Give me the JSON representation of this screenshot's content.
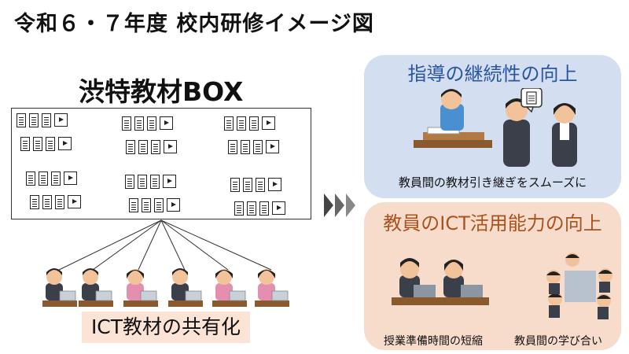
{
  "page": {
    "title": "令和６・７年度  校内研修イメージ図"
  },
  "material_box": {
    "title": "渋特教材BOX",
    "icons": [
      "document-icon",
      "video-icon"
    ]
  },
  "sharing": {
    "label": "ICT教材の共有化"
  },
  "arrow": {
    "icon": "triple-chevron-right-icon"
  },
  "goal_guidance": {
    "title": "指導の継続性の向上",
    "caption": "教員間の教材引き継ぎをスムーズに"
  },
  "goal_ict": {
    "title": "教員のICT活用能力の向上",
    "captions": [
      "授業準備時間の短縮",
      "教員間の学び合い"
    ]
  },
  "colors": {
    "guidance_panel": "#d3def0",
    "ict_panel": "#f8dccb",
    "guidance_title": "#2a55a0",
    "ict_title": "#a8531f",
    "label_bg": "#fbe3d5"
  }
}
